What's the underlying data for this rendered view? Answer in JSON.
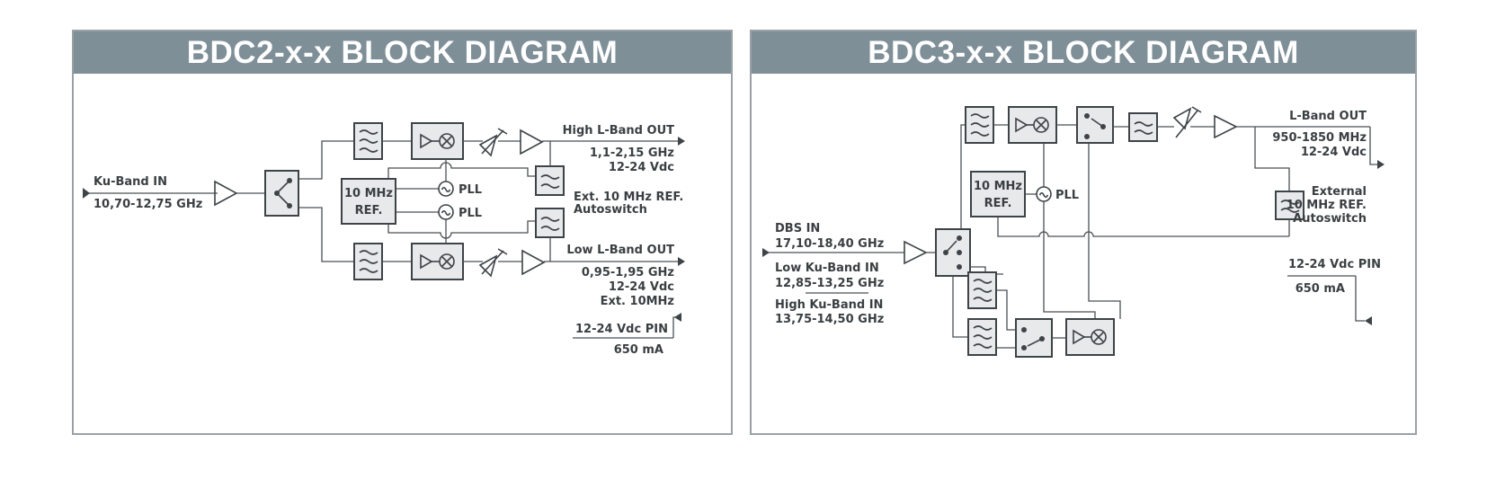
{
  "colors": {
    "header_bg": "#7f8f98",
    "line": "#4a5054",
    "text": "#3a3f42",
    "border": "#9aa1a5"
  },
  "bdc2": {
    "title": "BDC2-x-x  BLOCK DIAGRAM",
    "input": {
      "name": "Ku-Band",
      "suffix": "IN",
      "range": "10,70-12,75 GHz"
    },
    "high_out": {
      "name": "High L-Band",
      "suffix": "OUT",
      "range": "1,1-2,15 GHz",
      "vdc": "12-24 Vdc"
    },
    "low_out": {
      "name": "Low L-Band",
      "suffix": "OUT",
      "range": "0,95-1,95 GHz",
      "vdc": "12-24 Vdc",
      "ext": "Ext. 10MHz"
    },
    "ref": {
      "line1": "10 MHz",
      "line2": "REF."
    },
    "pll1": "PLL",
    "pll2": "PLL",
    "ext_ref": {
      "line1": "Ext. 10 MHz REF.",
      "line2": "Autoswitch"
    },
    "power": {
      "name": "12-24 Vdc",
      "suffix": "PIN",
      "current": "650 mA"
    }
  },
  "bdc3": {
    "title": "BDC3-x-x  BLOCK DIAGRAM",
    "inputs": {
      "dbs_name": "DBS",
      "dbs_suffix": "IN",
      "dbs_range": "17,10-18,40 GHz",
      "low_name": "Low Ku-Band",
      "low_suffix": "IN",
      "low_range": "12,85-13,25 GHz",
      "high_name": "High Ku-Band",
      "high_suffix": "IN",
      "high_range": "13,75-14,50 GHz"
    },
    "out": {
      "name": "L-Band",
      "suffix": "OUT",
      "range": "950-1850 MHz",
      "vdc": "12-24 Vdc"
    },
    "ref": {
      "line1": "10 MHz",
      "line2": "REF."
    },
    "pll": "PLL",
    "ext_ref": {
      "line1": "External",
      "line2": "10 MHz REF.",
      "line3": "Autoswitch"
    },
    "power": {
      "name": "12-24 Vdc",
      "suffix": "PIN",
      "current": "650 mA"
    }
  }
}
